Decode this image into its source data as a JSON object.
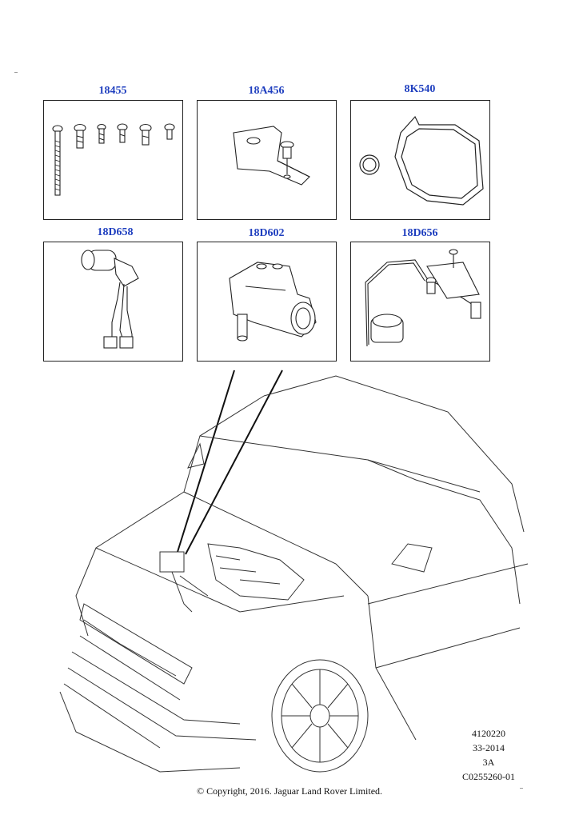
{
  "parts": [
    {
      "id": "18455"
    },
    {
      "id": "18A456"
    },
    {
      "id": "8K540"
    },
    {
      "id": "18D658"
    },
    {
      "id": "18D602"
    },
    {
      "id": "18D656"
    }
  ],
  "reference": {
    "line1": "4120220",
    "line2": "33-2014",
    "line3": "3A",
    "line4": "C0255260-01"
  },
  "copyright": "© Copyright, 2016. Jaguar Land Rover Limited.",
  "colors": {
    "label": "#1f3fbf",
    "line": "#222222"
  }
}
